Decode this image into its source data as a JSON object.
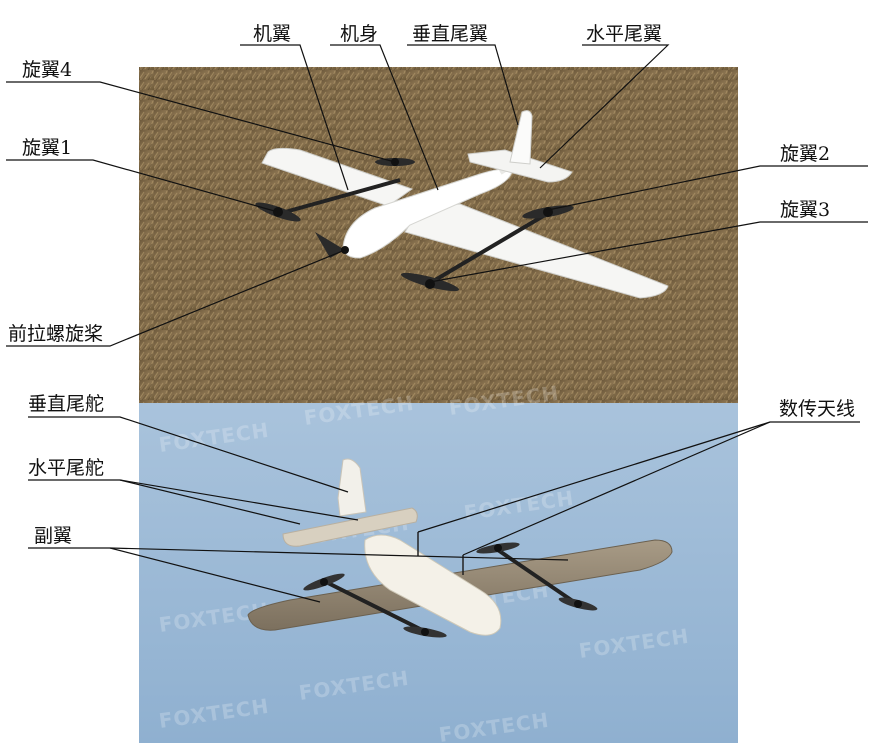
{
  "labels": {
    "wing": "机翼",
    "fuselage": "机身",
    "vertical_tail": "垂直尾翼",
    "horizontal_tail": "水平尾翼",
    "rotor4": "旋翼4",
    "rotor1": "旋翼1",
    "rotor2": "旋翼2",
    "rotor3": "旋翼3",
    "pusher_prop": "前拉螺旋桨",
    "rudder": "垂直尾舵",
    "elevator": "水平尾舵",
    "aileron": "副翼",
    "antenna": "数传天线"
  },
  "watermark": "FOXTECH",
  "colors": {
    "grass": "#7b6646",
    "sky": "#9dbad6",
    "airframe": "#f4f4f2",
    "line": "#111111"
  }
}
